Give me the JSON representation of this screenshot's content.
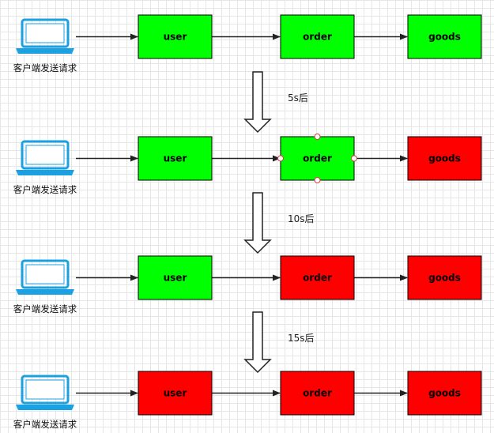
{
  "client_label": "客户端发送请求",
  "colors": {
    "healthy": "#00ff00",
    "failed": "#ff0000",
    "laptop": "#1ba1e2",
    "connector": "#222222"
  },
  "rows": [
    {
      "user": {
        "label": "user",
        "status": "healthy"
      },
      "order": {
        "label": "order",
        "status": "healthy",
        "selected": false
      },
      "goods": {
        "label": "goods",
        "status": "healthy"
      }
    },
    {
      "user": {
        "label": "user",
        "status": "healthy"
      },
      "order": {
        "label": "order",
        "status": "healthy",
        "selected": true
      },
      "goods": {
        "label": "goods",
        "status": "failed"
      }
    },
    {
      "user": {
        "label": "user",
        "status": "healthy"
      },
      "order": {
        "label": "order",
        "status": "failed",
        "selected": false
      },
      "goods": {
        "label": "goods",
        "status": "failed"
      }
    },
    {
      "user": {
        "label": "user",
        "status": "failed"
      },
      "order": {
        "label": "order",
        "status": "failed",
        "selected": false
      },
      "goods": {
        "label": "goods",
        "status": "failed"
      }
    }
  ],
  "transitions": [
    {
      "label": "5s后"
    },
    {
      "label": "10s后"
    },
    {
      "label": "15s后"
    }
  ]
}
